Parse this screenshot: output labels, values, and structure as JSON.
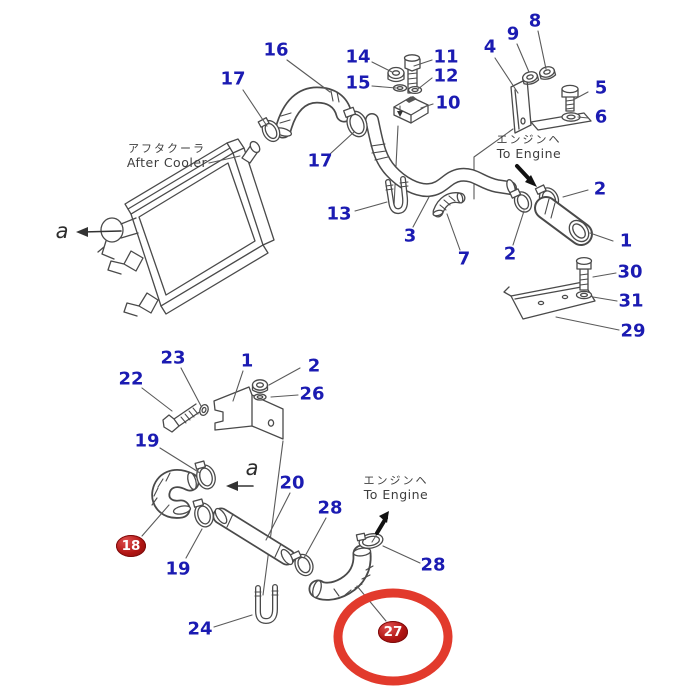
{
  "diagram": {
    "after_cooler": {
      "jp": "アフタクーラ",
      "en": "After Cooler"
    },
    "to_engine_top": {
      "jp": "エンジンヘ",
      "en": "To Engine"
    },
    "to_engine_bottom": {
      "jp": "エンジンヘ",
      "en": "To Engine"
    },
    "view_arrow_top": "a",
    "view_arrow_bottom": "a"
  },
  "colors": {
    "callout_blue": "#1b1bb2",
    "badge_red": "#b11513",
    "highlight_ring_red": "#e23a2c",
    "line_art_gray": "#4a4a4a"
  },
  "callouts": [
    {
      "label": "16"
    },
    {
      "label": "17"
    },
    {
      "label": "14"
    },
    {
      "label": "15"
    },
    {
      "label": "11"
    },
    {
      "label": "12"
    },
    {
      "label": "10"
    },
    {
      "label": "4"
    },
    {
      "label": "9"
    },
    {
      "label": "8"
    },
    {
      "label": "5"
    },
    {
      "label": "6"
    },
    {
      "label": "17"
    },
    {
      "label": "13"
    },
    {
      "label": "3"
    },
    {
      "label": "7"
    },
    {
      "label": "2"
    },
    {
      "label": "1"
    },
    {
      "label": "2"
    },
    {
      "label": "30"
    },
    {
      "label": "31"
    },
    {
      "label": "29"
    },
    {
      "label": "22"
    },
    {
      "label": "23"
    },
    {
      "label": "1"
    },
    {
      "label": "2"
    },
    {
      "label": "26"
    },
    {
      "label": "19"
    },
    {
      "label": "19"
    },
    {
      "label": "20"
    },
    {
      "label": "28"
    },
    {
      "label": "24"
    },
    {
      "label": "28"
    }
  ],
  "badges": [
    {
      "label": "18"
    },
    {
      "label": "27"
    }
  ]
}
